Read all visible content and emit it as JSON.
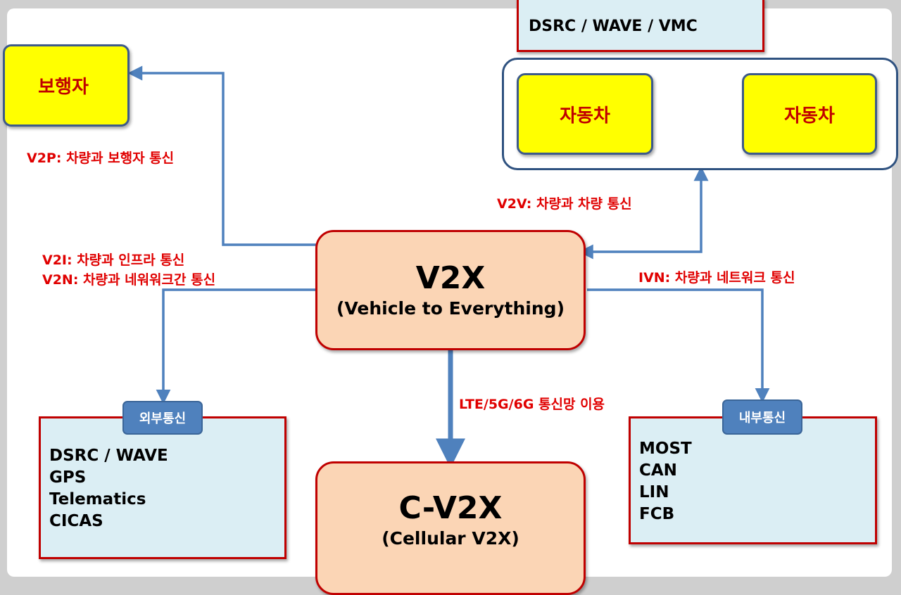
{
  "nodes": {
    "pedestrian": "보행자",
    "car_left": "자동차",
    "car_right": "자동차",
    "v2x_title": "V2X",
    "v2x_subtitle": "(Vehicle to Everything)",
    "cv2x_title": "C-V2X",
    "cv2x_subtitle": "(Cellular V2X)"
  },
  "top_box": {
    "text": "DSRC / WAVE / VMC"
  },
  "labels": {
    "v2p": "V2P: 차량과 보행자 통신",
    "v2v": "V2V: 차량과 차량 통신",
    "v2i": "V2I: 차량과 인프라 통신",
    "v2n": "V2N: 차량과 네워워크간 통신",
    "ivn": "IVN: 차량과 네트워크 통신",
    "lte": "LTE/5G/6G 통신망 이용"
  },
  "external": {
    "badge": "외부통신",
    "items": [
      "DSRC / WAVE",
      "GPS",
      "Telematics",
      "CICAS"
    ]
  },
  "internal": {
    "badge": "내부통신",
    "items": [
      "MOST",
      "CAN",
      "LIN",
      "FCB"
    ]
  },
  "colors": {
    "connector": "#4f81bd",
    "label_text": "#e00000",
    "node_yellow": "#ffff00",
    "node_salmon": "#fbd5b5",
    "info_fill": "#dbeef4",
    "border_red": "#c00000"
  }
}
